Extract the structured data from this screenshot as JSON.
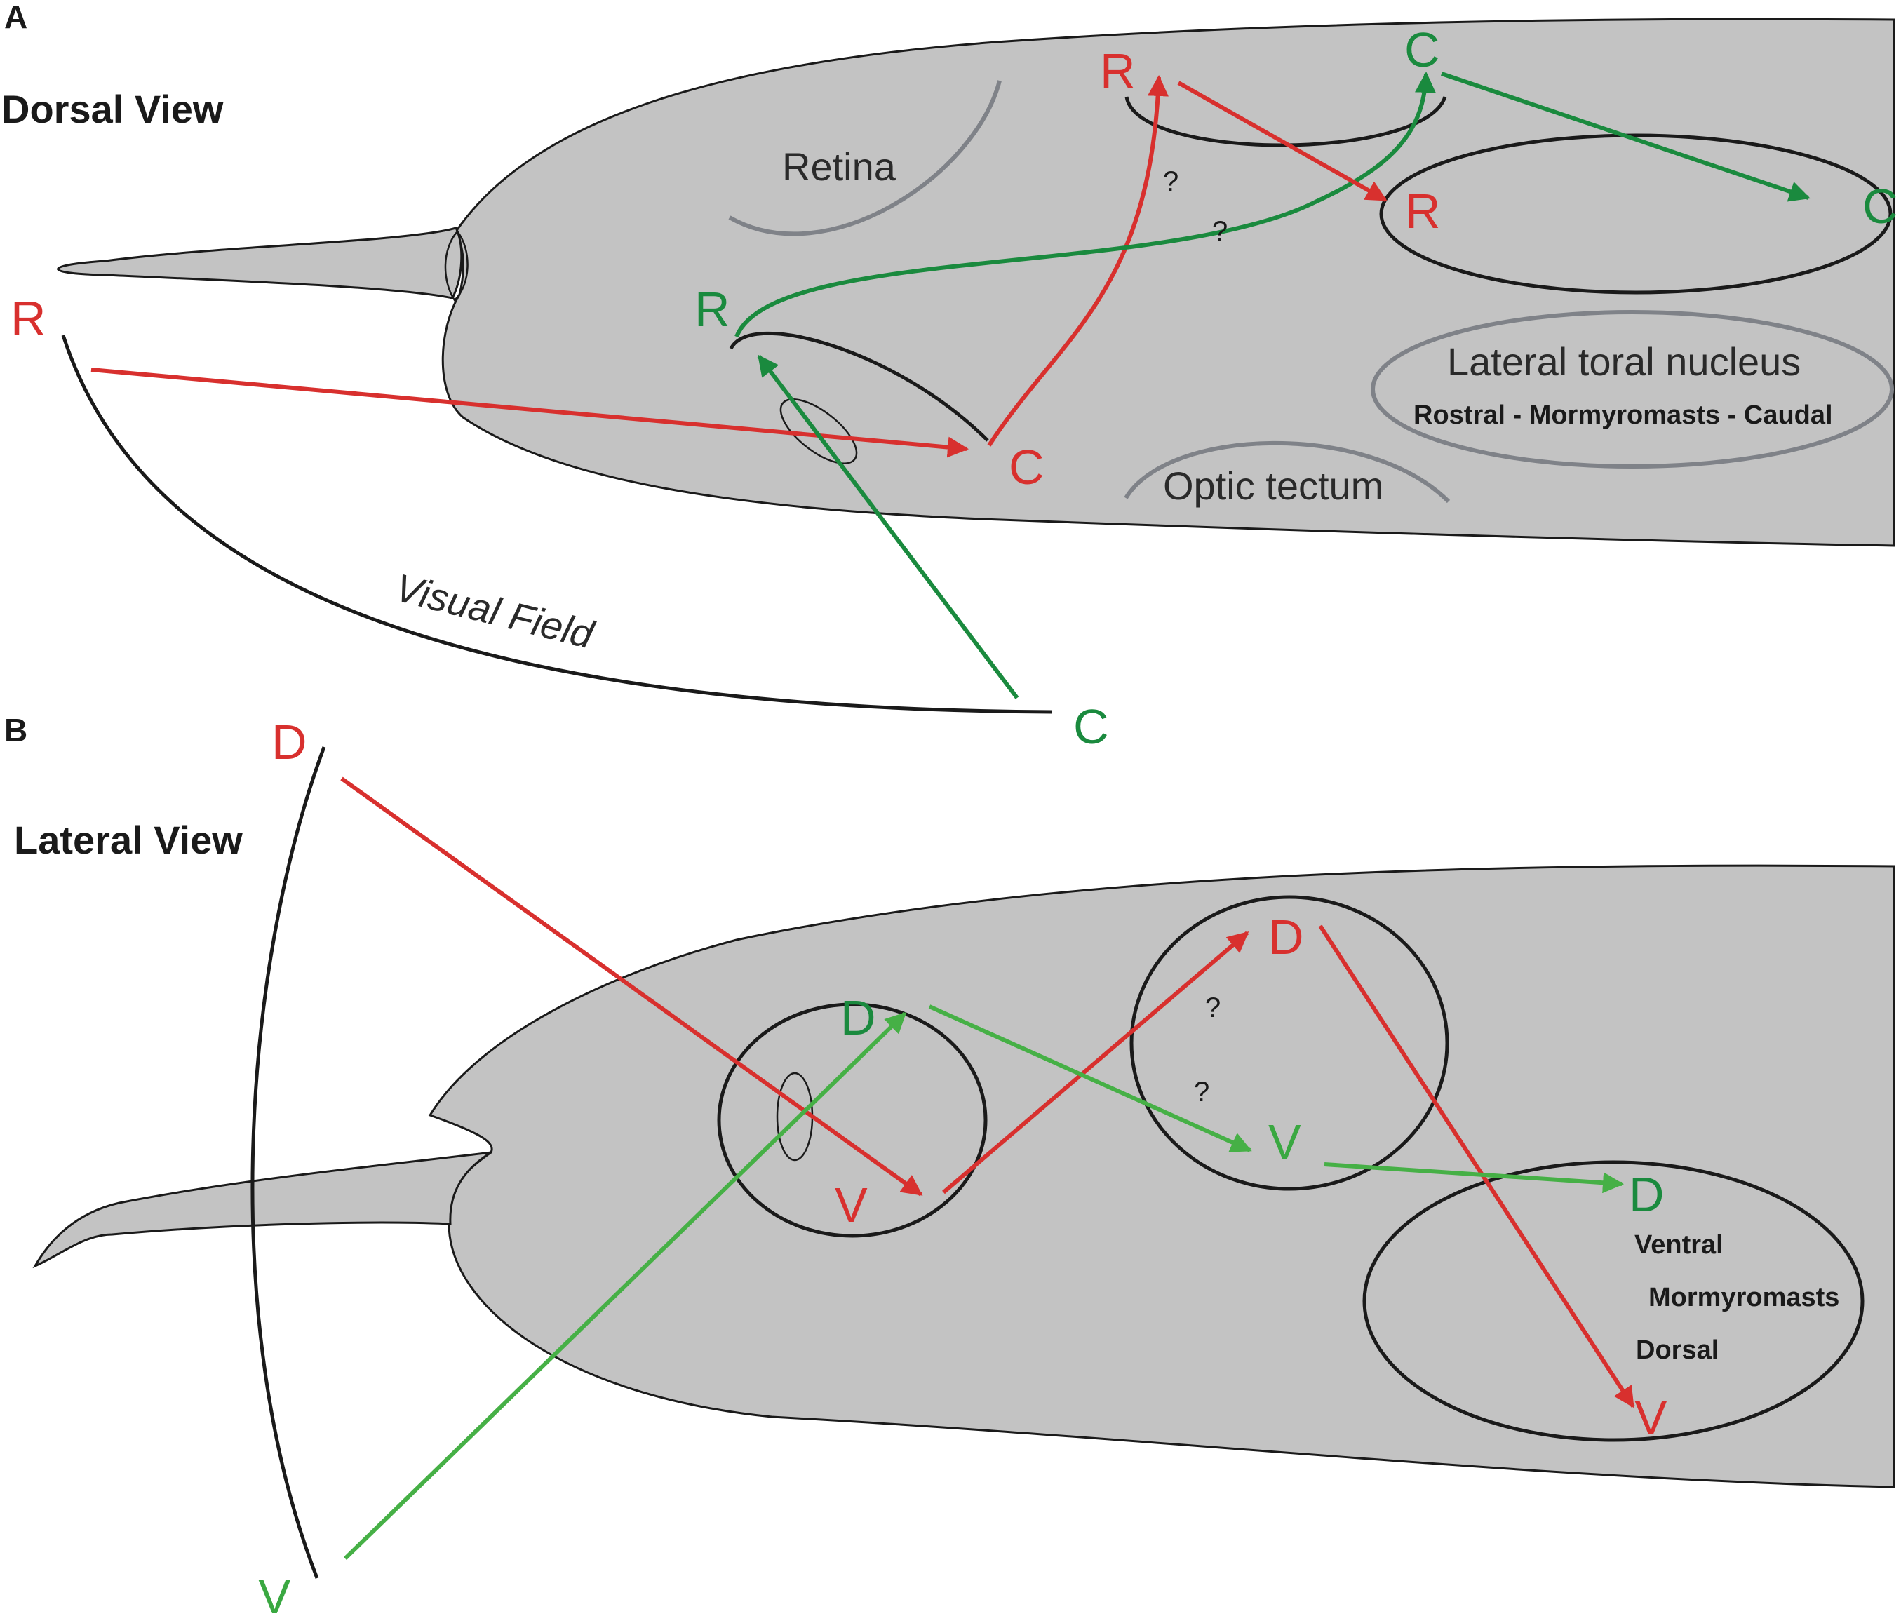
{
  "panel_a": {
    "letter": "A",
    "title": "Dorsal View",
    "retina_label": "Retina",
    "optic_tectum_label": "Optic tectum",
    "lateral_toral_label": "Lateral toral nucleus",
    "lateral_toral_sub": "Rostral - Mormyromasts - Caudal",
    "visual_field_label": "Visual Field",
    "visual_field_r": "R",
    "visual_field_c": "C",
    "eye_r": "R",
    "eye_c": "C",
    "tectum_r": "R",
    "tectum_c": "C",
    "toral_r": "R",
    "toral_c": "C",
    "question_1": "?",
    "question_2": "?"
  },
  "panel_b": {
    "letter": "B",
    "title": "Lateral View",
    "visual_field_d": "D",
    "visual_field_v": "V",
    "eye_d": "D",
    "eye_v": "V",
    "tectum_d": "D",
    "tectum_v": "V",
    "toral_d": "D",
    "toral_v": "V",
    "toral_sub_ventral": "Ventral",
    "toral_sub_mormyromasts": "Mormyromasts",
    "toral_sub_dorsal": "Dorsal",
    "question_1": "?",
    "question_2": "?"
  },
  "colors": {
    "red": "#d8302e",
    "green": "#1a8a3e",
    "light_green": "#46b046",
    "body_grey": "#c3c3c3",
    "outline_grey": "#7f8288"
  }
}
